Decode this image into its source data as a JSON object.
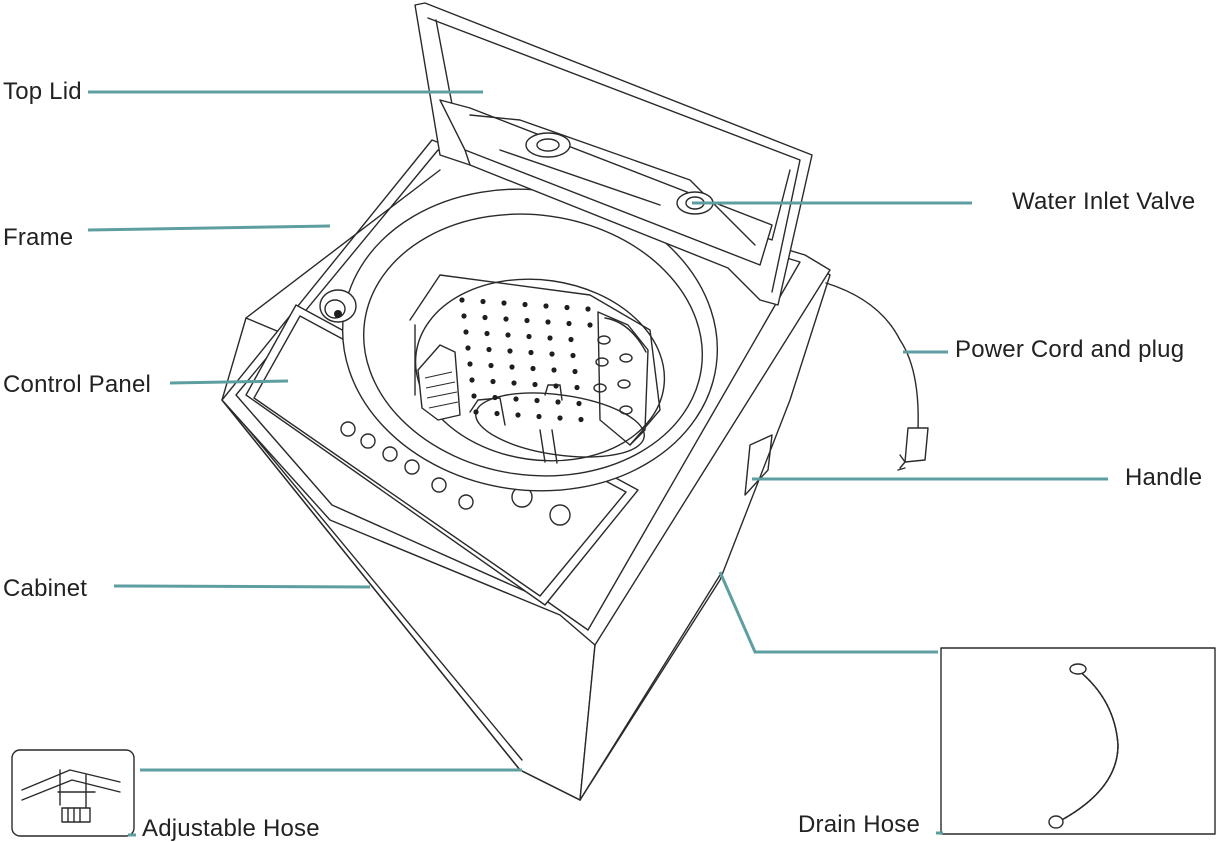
{
  "labels": {
    "top_lid": "Top Lid",
    "frame": "Frame",
    "control_panel": "Control Panel",
    "cabinet": "Cabinet",
    "adjustable_hose": "Adjustable Hose",
    "water_inlet_valve": "Water Inlet Valve",
    "power_cord": "Power Cord and plug",
    "handle": "Handle",
    "drain_hose": "Drain Hose"
  },
  "colors": {
    "leader": "#5f9ea0",
    "outline": "#2a2a2a",
    "text": "#222222"
  }
}
